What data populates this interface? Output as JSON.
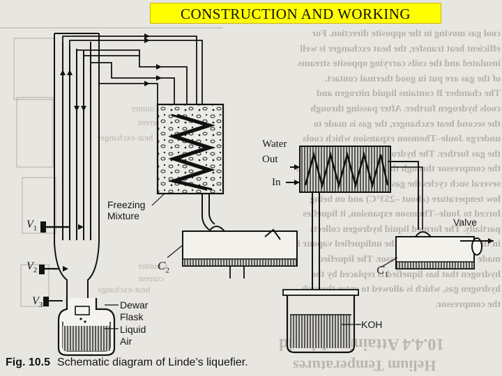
{
  "slide": {
    "title": "CONSTRUCTION  AND WORKING"
  },
  "figure": {
    "number": "Fig. 10.5",
    "caption": "Schematic diagram of Linde’s liquefier.",
    "labels": {
      "water_out": "Water\nOut",
      "water_in": "In",
      "freezing_mixture": "Freezing\nMixture",
      "valve": "Valve",
      "v1": "V",
      "v1_sub": "1",
      "v2": "V",
      "v2_sub": "2",
      "v3": "V",
      "v3_sub": "3",
      "c1": "C",
      "c1_sub": "1",
      "c2": "C",
      "c2_sub": "2",
      "dewar_flask": "Dewar\nFlask",
      "liquid_air": "Liquid\nAir",
      "koh": "KOH"
    }
  },
  "bleedthrough": {
    "section_heading": "10.4.4  Attaining Liquid",
    "section_heading_2": "Helium Temperatures",
    "fragments": [
      "cool gas moving in the opposite direction. For",
      "efficient heat transfer, the heat exchanger is well",
      "insulated and the coils carrying opposite streams",
      "of the gas are put in good thermal contact.",
      "The chamber B contains liquid nitrogen and",
      "cools hydrogen further. After passing through",
      "the second heat exchanger, the gas is made to",
      "undergo Joule–Thomson expansion which cools",
      "the gas further. The hydrogen then returns to",
      "the compressor through the heat exchanger. After",
      "several such cycles the gas attains sufficiently",
      "low temperature (about –253°C) and on being",
      "forced to Joule–Thomson expansion, it liquefies",
      "partially. The formed liquid hydrogen collects",
      "in the Dewar flask while the unliquefied vapour is",
      "made to return to compressor. The liquefied",
      "hydrogen that has liquefied is replaced by the",
      "hydrogen gas, which is allowed to enter through",
      "the compressor."
    ],
    "left_fragments": [
      "Counter",
      "current",
      "heat-exchanger",
      "Counter",
      "current",
      "heat-exchange"
    ]
  }
}
